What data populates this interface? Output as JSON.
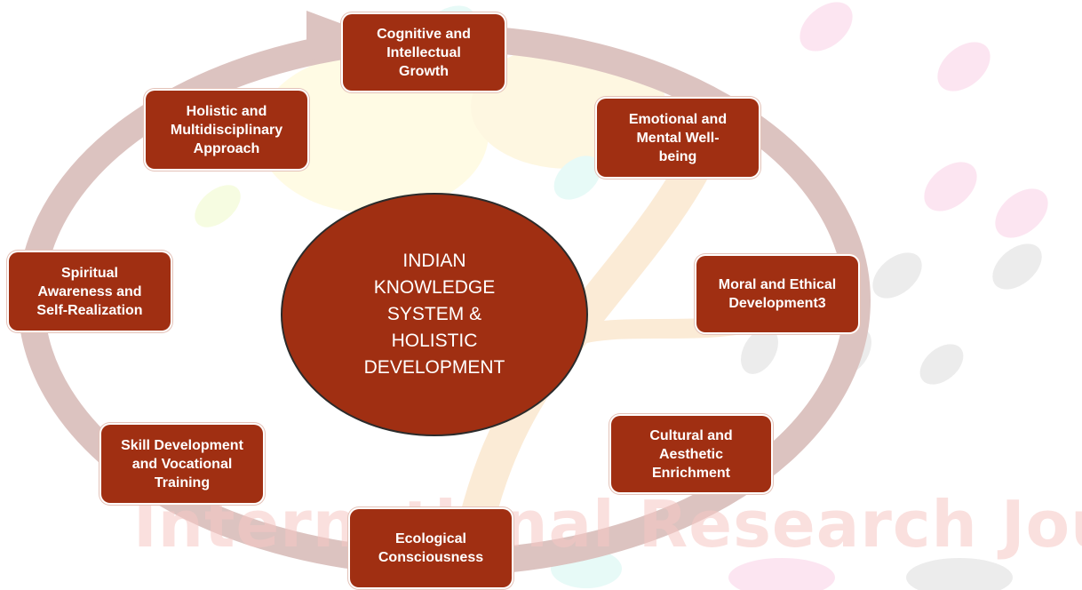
{
  "diagram": {
    "center": {
      "lines": [
        "INDIAN",
        "KNOWLEDGE",
        "SYSTEM &",
        "HOLISTIC",
        "DEVELOPMENT"
      ]
    },
    "nodes": [
      {
        "lines": [
          "Cognitive and",
          "Intellectual",
          "Growth"
        ]
      },
      {
        "lines": [
          "Emotional and",
          "Mental Well-",
          "being"
        ]
      },
      {
        "lines": [
          "Moral and Ethical",
          "Development3"
        ]
      },
      {
        "lines": [
          "Cultural and",
          "Aesthetic",
          "Enrichment"
        ]
      },
      {
        "lines": [
          "Ecological",
          "Consciousness"
        ]
      },
      {
        "lines": [
          "Skill Development",
          "and Vocational",
          "Training"
        ]
      },
      {
        "lines": [
          "Spiritual",
          "Awareness and",
          "Self-Realization"
        ]
      },
      {
        "lines": [
          "Holistic and",
          "Multidisciplinary",
          "Approach"
        ]
      }
    ]
  },
  "watermark": {
    "text": "International Research Journal"
  },
  "colors": {
    "node_fill": "#a02f12",
    "cycle_arrow": "#dcc3c0"
  }
}
